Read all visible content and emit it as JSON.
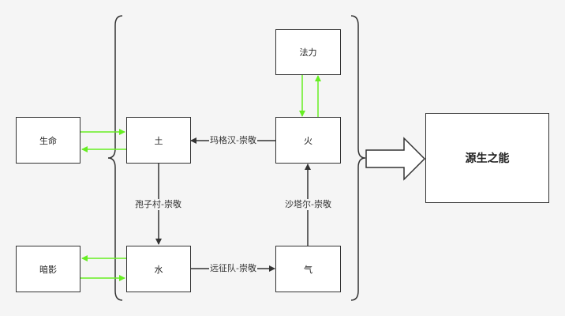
{
  "nodes": {
    "life": "生命",
    "shadow": "暗影",
    "earth": "土",
    "water": "水",
    "fire": "火",
    "air": "气",
    "mana": "法力",
    "source": "源生之能"
  },
  "edges": {
    "fire_earth": "玛格汉-崇敬",
    "earth_water": "孢子村-崇敬",
    "water_air": "远征队-崇敬",
    "air_fire": "沙塔尔-崇敬"
  },
  "colors": {
    "green_arrow": "#66ee22",
    "dark_arrow": "#333333"
  }
}
